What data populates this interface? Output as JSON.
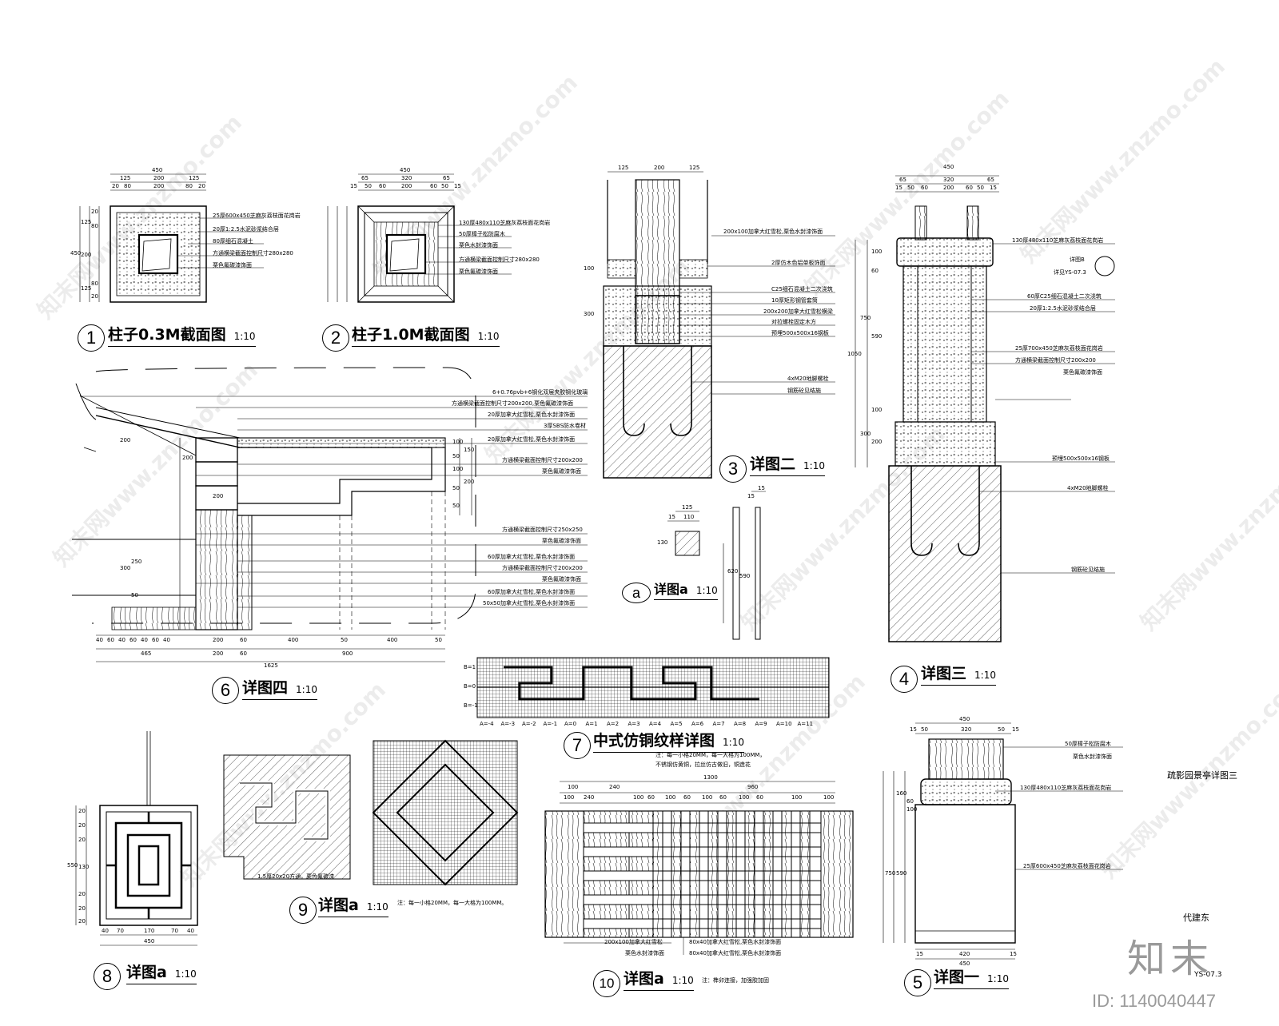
{
  "titles": {
    "d1": {
      "num": "1",
      "name": "柱子0.3M截面图",
      "scale": "1:10"
    },
    "d2": {
      "num": "2",
      "name": "柱子1.0M截面图",
      "scale": "1:10"
    },
    "d3": {
      "num": "3",
      "name": "详图二",
      "scale": "1:10"
    },
    "d4": {
      "num": "4",
      "name": "详图三",
      "scale": "1:10"
    },
    "d5": {
      "num": "5",
      "name": "详图一",
      "scale": "1:10"
    },
    "d6": {
      "num": "6",
      "name": "详图四",
      "scale": "1:10"
    },
    "d7": {
      "num": "7",
      "name": "中式仿铜纹样详图",
      "scale": "1:10"
    },
    "d8": {
      "num": "8",
      "name": "详图a",
      "scale": "1:10"
    },
    "d9": {
      "num": "9",
      "name": "详图a",
      "scale": "1:10"
    },
    "d10": {
      "num": "10",
      "name": "详图a",
      "scale": "1:10"
    },
    "da": {
      "num": "a",
      "name": "详图a",
      "scale": "1:10"
    }
  },
  "notes": {
    "n1": [
      "25厚600x450芝麻灰荔枝面花岗岩",
      "20厚1:2.5水泥砂浆结合层",
      "80厚细石混凝土",
      "方通横梁截面控制尺寸280x280",
      "栗色氟碳漆饰面"
    ],
    "n2": [
      "130厚480x110芝麻灰荔枝面花岗岩",
      "50厚樟子松防腐木",
      "栗色水封漆饰面",
      "方通横梁截面控制尺寸280x280",
      "栗色氟碳漆饰面"
    ],
    "n3": [
      "200x100加拿大红雪松,栗色水封漆饰面",
      "2厚仿木色铝单板饰面",
      "C25细石混凝土二次浇筑",
      "10厚矩形钢管套筒",
      "200x200加拿大红雪松横梁",
      "对拉螺栓固定木方",
      "预埋500x500x16钢板",
      "4xM20地脚螺栓",
      "钢筋砼见结施"
    ],
    "n4": [
      "130厚480x110芝麻灰荔枝面花岗岩",
      "详图B",
      "详见YS-07.3",
      "60厚C25细石混凝土二次浇筑",
      "20厚1:2.5水泥砂浆结合层",
      "25厚700x450芝麻灰荔枝面花岗岩",
      "方通横梁截面控制尺寸200x200",
      "栗色氟碳漆饰面",
      "预埋500x500x16钢板",
      "4xM20地脚螺栓",
      "钢筋砼见结施"
    ],
    "n5": [
      "50厚樟子松防腐木",
      "栗色水封漆饰面",
      "130厚480x110芝麻灰荔枝面花岗岩",
      "25厚600x450芝麻灰荔枝面花岗岩"
    ],
    "n6": [
      "6+0.76pvb+6钢化双层夹胶钢化玻璃",
      "方通横梁截面控制尺寸200x200,栗色氟碳漆饰面",
      "20厚加拿大红雪松,栗色水封漆饰面",
      "3厚SBS防水卷材",
      "20厚加拿大红雪松,栗色水封漆饰面",
      "方通横梁截面控制尺寸200x200",
      "栗色氟碳漆饰面",
      "方通横梁截面控制尺寸250x250",
      "栗色氟碳漆饰面",
      "60厚加拿大红雪松,栗色水封漆饰面",
      "方通横梁截面控制尺寸200x200",
      "栗色氟碳漆饰面",
      "60厚加拿大红雪松,栗色水封漆饰面",
      "50x50加拿大红雪松,栗色水封漆饰面"
    ],
    "n7": [
      "注：每一小格20MM，每一大格为100MM，",
      "不锈钢仿黄铜，拉丝仿古做旧，铜造花"
    ],
    "n9a": "1.5厚20x20方通，栗色氟碳漆",
    "n9b": "注：每一小格20MM，每一大格为100MM。",
    "n10": [
      "200x100加拿大红雪松",
      "栗色水封漆饰面",
      "80x40加拿大红雪松,栗色水封漆饰面",
      "80x40加拿大红雪松,栗色水封漆饰面"
    ],
    "n10b": "注：榫卯连接，加强胶加固"
  },
  "dims": {
    "d1_top": [
      "450",
      "125",
      "200",
      "125",
      "20",
      "80",
      "200",
      "80",
      "20"
    ],
    "d1_left": [
      "450",
      "125",
      "200",
      "125",
      "20",
      "80",
      "80",
      "20"
    ],
    "d2_top": [
      "450",
      "65",
      "320",
      "65",
      "15",
      "50",
      "60",
      "200",
      "60",
      "50",
      "15"
    ],
    "d3_top": [
      "125",
      "200",
      "125"
    ],
    "d3_left": [
      "100",
      "300"
    ],
    "d4_top": [
      "450",
      "65",
      "320",
      "65",
      "15",
      "50",
      "60",
      "200",
      "60",
      "50",
      "15"
    ],
    "d4_left": [
      "1050",
      "750",
      "590",
      "100",
      "300",
      "200",
      "100",
      "60"
    ],
    "d6_bottom": [
      "40",
      "60",
      "40",
      "60",
      "40",
      "60",
      "40",
      "200",
      "60",
      "400",
      "50",
      "400",
      "50",
      "465",
      "200",
      "60",
      "900",
      "1625"
    ],
    "d6_left": [
      "200",
      "200",
      "200",
      "300",
      "250",
      "50"
    ],
    "d6_right": [
      "100",
      "50",
      "150",
      "100",
      "50",
      "200",
      "50"
    ],
    "da_dims": [
      "125",
      "110",
      "15",
      "130",
      "620",
      "590",
      "15",
      "15"
    ],
    "d7_rows": [
      "B=1",
      "B=0",
      "B=-1"
    ],
    "d7_cols": [
      "A=-4",
      "A=-3",
      "A=-2",
      "A=-1",
      "A=0",
      "A=1",
      "A=2",
      "A=3",
      "A=4",
      "A=5",
      "A=6",
      "A=7",
      "A=8",
      "A=9",
      "A=10",
      "A=11"
    ],
    "d8_left": [
      "550",
      "20",
      "20",
      "20",
      "130",
      "20",
      "20",
      "20"
    ],
    "d8_bottom": [
      "40",
      "70",
      "170",
      "70",
      "40",
      "450"
    ],
    "d10_top": [
      "1300",
      "100",
      "240",
      "960",
      "100",
      "240",
      "100",
      "60",
      "100",
      "60",
      "100",
      "60",
      "100",
      "60",
      "100",
      "100"
    ],
    "d5_top": [
      "450",
      "50",
      "320",
      "50",
      "15",
      "15"
    ],
    "d5_left": [
      "160",
      "750",
      "590",
      "100",
      "60"
    ],
    "d5_bottom": [
      "420",
      "15",
      "15",
      "450"
    ]
  },
  "sheet": {
    "title": "疏影园景亭详图三",
    "author": "代建东",
    "code": "YS-07.3"
  },
  "watermark": {
    "brand": "知末",
    "id": "ID: 1140040447",
    "texts": [
      "知末网www.znzmo.com"
    ]
  }
}
